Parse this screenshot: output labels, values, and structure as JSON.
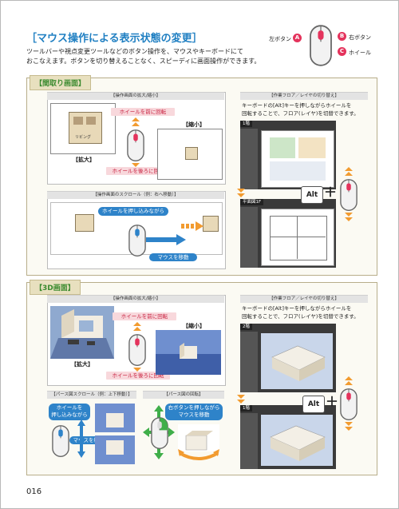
{
  "header": {
    "title": "［マウス操作による表示状態の変更］",
    "lead_line1": "ツールバーや視点変更ツールなどのボタン操作を、マウスやキーボードにて",
    "lead_line2": "おこなえます。ボタンを切り替えることなく、スピーディに画面操作ができます。"
  },
  "mouse_legend": {
    "left_label": "左ボタン",
    "left_badge": "A",
    "right_label": "右ボタン",
    "right_badge": "B",
    "wheel_label": "ホイール",
    "wheel_badge": "C"
  },
  "plan_section": {
    "heading": "【間取り画面】",
    "zoom": {
      "caption": "【操作画面の拡大/縮小】",
      "wheel_forward": "ホイールを前に回転",
      "wheel_back": "ホイールを後ろに回転",
      "zoom_in": "【拡大】",
      "zoom_out": "【縮小】",
      "room_label": "リビング"
    },
    "scroll": {
      "caption": "【操作画面のスクロール（例：右へ移動）】",
      "press_wheel": "ホイールを押し込みながら",
      "move_mouse": "マウスを移動"
    },
    "floor": {
      "caption": "【作業フロア／レイヤの切り替え】",
      "desc_line1": "キーボードの[Alt]キーを押しながらホイールを",
      "desc_line2": "回転することで、フロア(レイヤ)を切替できます。",
      "floor_top": "1階",
      "floor_bottom": "平面図1F",
      "alt_key": "Alt",
      "plus": "＋"
    }
  },
  "threed_section": {
    "heading": "【3D画面】",
    "zoom": {
      "caption": "【操作画面の拡大/縮小】",
      "wheel_forward": "ホイールを前に回転",
      "wheel_back": "ホイールを後ろに回転",
      "zoom_in": "【拡大】",
      "zoom_out": "【縮小】"
    },
    "scroll": {
      "caption": "【パース図スクロール（例：上下移動）】",
      "press_wheel_1": "ホイールを",
      "press_wheel_2": "押し込みながら",
      "move_mouse": "マウスを移動"
    },
    "rotate": {
      "caption": "【パース図の回転】",
      "press_right_1": "右ボタンを押しながら",
      "press_right_2": "マウスを移動"
    },
    "floor": {
      "caption": "【作業フロア／レイヤの切り替え】",
      "desc_line1": "キーボードの[Alt]キーを押しながらホイールを",
      "desc_line2": "回転することで、フロア(レイヤ)を切替できます。",
      "floor_top": "2階",
      "floor_bottom": "1階",
      "alt_key": "Alt",
      "plus": "＋"
    }
  },
  "footer": {
    "page_number": "016"
  },
  "colors": {
    "accent_blue": "#1f7fc2",
    "accent_red": "#e4335c",
    "section_green": "#3a8a2e",
    "arrow_orange": "#f29b30"
  }
}
